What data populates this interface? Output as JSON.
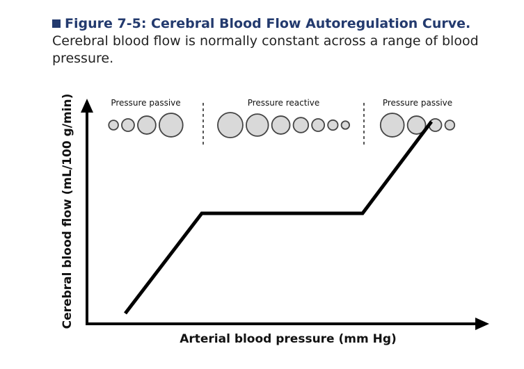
{
  "figure": {
    "label": "Figure 7-5: Cerebral Blood Flow Autoregulation Curve.",
    "description": "Cerebral blood flow is normally constant across a range of blood pressure."
  },
  "chart_data": {
    "type": "line",
    "title": "",
    "xlabel": "Arterial blood pressure (mm Hg)",
    "ylabel": "Cerebral blood flow (mL/100 g/min)",
    "ticks": "none",
    "x": [
      0.1,
      0.3,
      0.72,
      0.9
    ],
    "values": [
      0.05,
      0.53,
      0.53,
      0.97
    ],
    "xlim": [
      0,
      1
    ],
    "ylim": [
      0,
      1
    ],
    "regions": [
      {
        "label": "Pressure passive",
        "x_start": 0.0,
        "x_end": 0.3,
        "vessel_sizes": [
          0.38,
          0.5,
          0.72,
          0.94
        ]
      },
      {
        "label": "Pressure reactive",
        "x_start": 0.3,
        "x_end": 0.72,
        "vessel_sizes": [
          1.0,
          0.88,
          0.72,
          0.6,
          0.5,
          0.4,
          0.32
        ]
      },
      {
        "label": "Pressure passive",
        "x_start": 0.72,
        "x_end": 1.0,
        "vessel_sizes": [
          0.94,
          0.72,
          0.5,
          0.38
        ]
      }
    ],
    "grid": false,
    "colors": {
      "line": "#000000",
      "vessel_fill": "#d9d9d9",
      "vessel_stroke": "#444444",
      "divider": "#555555"
    }
  }
}
